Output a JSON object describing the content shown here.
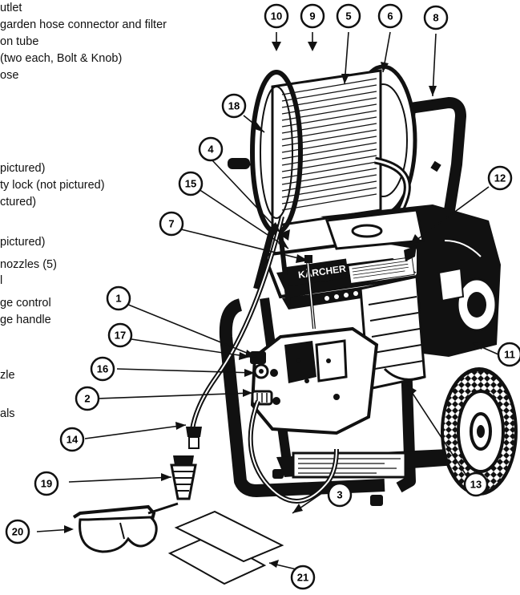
{
  "legend_lines": [
    "utlet",
    "garden hose connector and filter",
    "on tube",
    "(two each, Bolt & Knob)",
    "ose",
    "pictured)",
    "ty lock (not pictured)",
    "ctured)",
    "pictured)",
    "nozzles (5)",
    "l",
    "ge control",
    "ge handle",
    "zle",
    "als"
  ],
  "callouts": [
    "1",
    "2",
    "3",
    "4",
    "5",
    "6",
    "7",
    "8",
    "9",
    "10",
    "11",
    "12",
    "13",
    "14",
    "15",
    "16",
    "17",
    "18",
    "19",
    "20",
    "21"
  ],
  "brand_decal": "KÄRCHER"
}
